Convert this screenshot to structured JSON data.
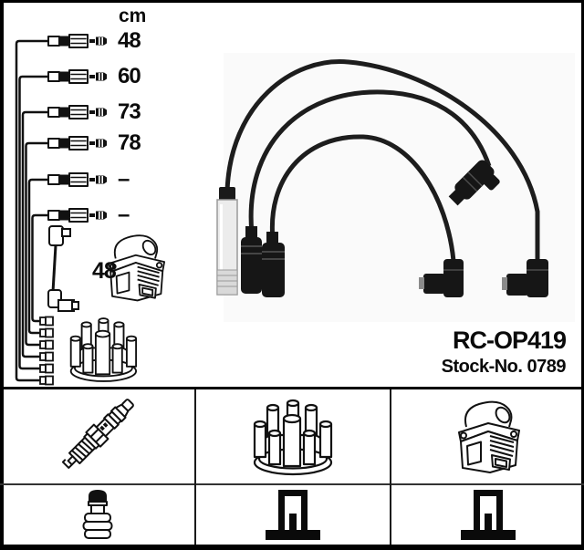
{
  "diagram": {
    "unit_label": "cm",
    "cable_lengths": [
      "48",
      "60",
      "73",
      "78",
      "–",
      "–"
    ],
    "coil_wire_length": "48"
  },
  "product": {
    "code": "RC-OP419",
    "stock_text": "Stock-No. 0789"
  },
  "parts_table": {
    "row1_icons": [
      "spark-plug",
      "distributor-cap",
      "ignition-coil"
    ],
    "row2_icons": [
      "plug-boot",
      "coil-bracket",
      "coil-bracket"
    ]
  },
  "colors": {
    "line": "#111111",
    "paper": "#ffffff",
    "wire_black": "#1d1d1d",
    "photo_bg": "#fafafa"
  }
}
